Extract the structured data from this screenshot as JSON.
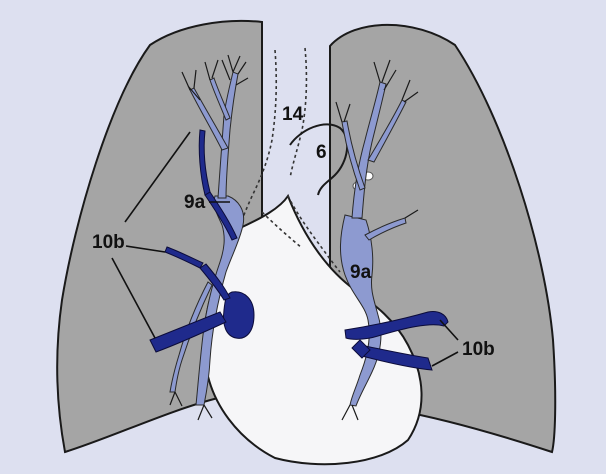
{
  "labels": {
    "label_14": "14",
    "label_6": "6",
    "label_9a_left": "9a",
    "label_9a_right": "9a",
    "label_10b_left": "10b",
    "label_10b_right": "10b"
  },
  "colors": {
    "background": "#dde0f0",
    "lung_fill": "#a5a5a5",
    "heart_fill": "#f6f6f8",
    "pulmonary_artery": "#8d9ad0",
    "pulmonary_vein": "#1f2a8c",
    "outline": "#1a1a1a"
  }
}
